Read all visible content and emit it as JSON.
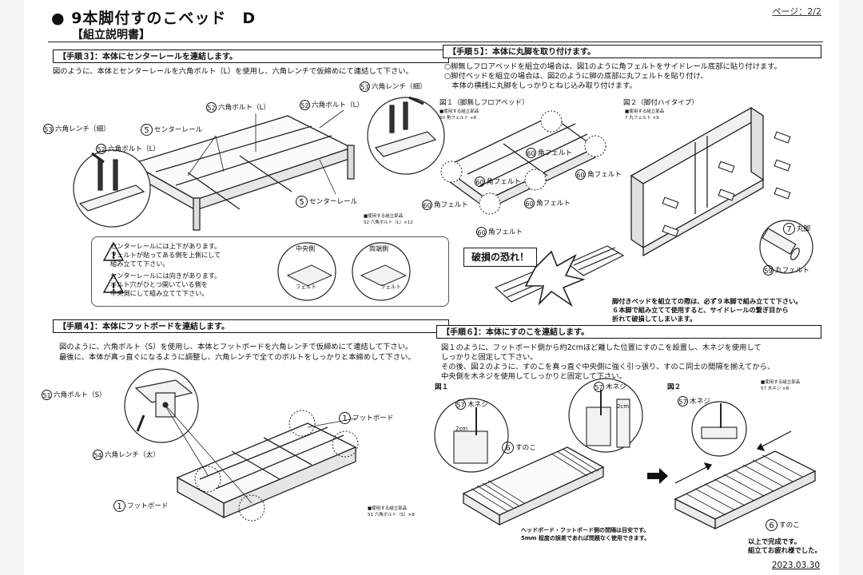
{
  "header": {
    "title": "● 9本脚付すのこベッド　D",
    "subtitle": "【組立説明書】",
    "page": "ページ：2/2"
  },
  "step3": {
    "heading": "【手順３】：本体にセンターレールを連結します。",
    "body": "図のように、本体とセンターレールを六角ボルト（L）を使用し、六角レンチで仮締めにて連結して下さい。",
    "labels": {
      "wrench_small_a": "六角レンチ（細）",
      "bolt_l_a": "六角ボルト（L）",
      "center_rail_a": "センターレール",
      "bolt_l_b": "六角ボルト（L）",
      "bolt_l_c": "六角ボルト（L）",
      "wrench_small_b": "六角レンチ（細）",
      "center_rail_b": "センターレール"
    },
    "nums": {
      "n53": "53",
      "n52": "52",
      "n5": "5"
    },
    "parts": "■使用する組立部品\n52 六角ボルト（L）×12",
    "warnings": [
      "センターレールには上下があります。\nフェルトが貼ってある側を上側にして\n組み立てて下さい。",
      "センターレールには向きがあります。\nボルト穴がひとつ開いている側を\n中央側にして組み立てて下さい。"
    ],
    "detail_center": "中央側",
    "detail_end": "両端側",
    "felt": "フェルト"
  },
  "step4": {
    "heading": "【手順４】：本体にフットボードを連結します。",
    "body": [
      "図のように、六角ボルト（S）を使用し、本体とフットボードを六角レンチで仮締めにて連結して下さい。",
      "最後に、本体が真っ直ぐになるように調整し、六角レンチで全てのボルトをしっかりと本締めして下さい。"
    ],
    "labels": {
      "bolt_s": "六角ボルト（S）",
      "wrench_thick": "六角レンチ（太）",
      "footboard_a": "フットボード",
      "footboard_b": "フットボード"
    },
    "nums": {
      "n51": "51",
      "n54": "54",
      "n1": "1"
    },
    "parts": "■使用する組立部品\n51 六角ボルト（S）×8"
  },
  "step5": {
    "heading": "【手順５】：本体に丸脚を取り付けます。",
    "body": [
      "○脚無しフロアベッドを組立の場合は、図1のように角フェルトをサイドレール底部に貼り付けます。",
      "○脚付ベッドを組立の場合は、図2のように脚の底部に丸フェルトを貼り付け、",
      "　本体の横桟に丸脚をしっかりとねじ込み取り付けます。"
    ],
    "fig1": "図１（脚無しフロアベッド）",
    "fig2": "図２（脚付ハイタイプ）",
    "felt_label": "角フェルト",
    "leg_label": "丸脚",
    "round_felt": "丸フェルト",
    "nums": {
      "n60": "60",
      "n7": "7",
      "n59": "59"
    },
    "parts1": "■使用する組立部品\n60 角フェルト ×8",
    "parts2": "■使用する組立部品\n7 丸フェルト ×9",
    "danger": "破損の恐れ！",
    "note": [
      "脚付きベッドを組立ての際は、必ず９本脚で組み立てて下さい。",
      "６本脚で組み立てて使用すると、サイドレールの繋ぎ目から",
      "折れて破損してしまいます。"
    ]
  },
  "step6": {
    "heading": "【手順６】：本体にすのこを連結します。",
    "body": [
      "図１のように、フットボード側から約2cmほど離した位置にすのこを設置し、木ネジを使用して",
      "しっかりと固定して下さい。",
      "その後、図２のように、すのこを真っ直ぐ中央側に強く引っ張り、すのこ同士の間隔を揃えてから、",
      "中央側を木ネジを使用してしっかりと固定して下さい。"
    ],
    "fig1": "図１",
    "fig2": "図２",
    "screw": "木ネジ",
    "slat": "すのこ",
    "cm": "2cm",
    "nums": {
      "n57": "57",
      "n6": "6"
    },
    "parts": "■使用する組立部品\n57 木ネジ ×8",
    "gap_note": [
      "ヘッドボード・フットボード側の間隔は目安です。",
      "5mm 程度の誤差であれば問題なく使用できます。"
    ],
    "done": [
      "以上で完成です。",
      "組立てお疲れ様でした。"
    ]
  },
  "footer": {
    "date": "2023.03.30"
  }
}
